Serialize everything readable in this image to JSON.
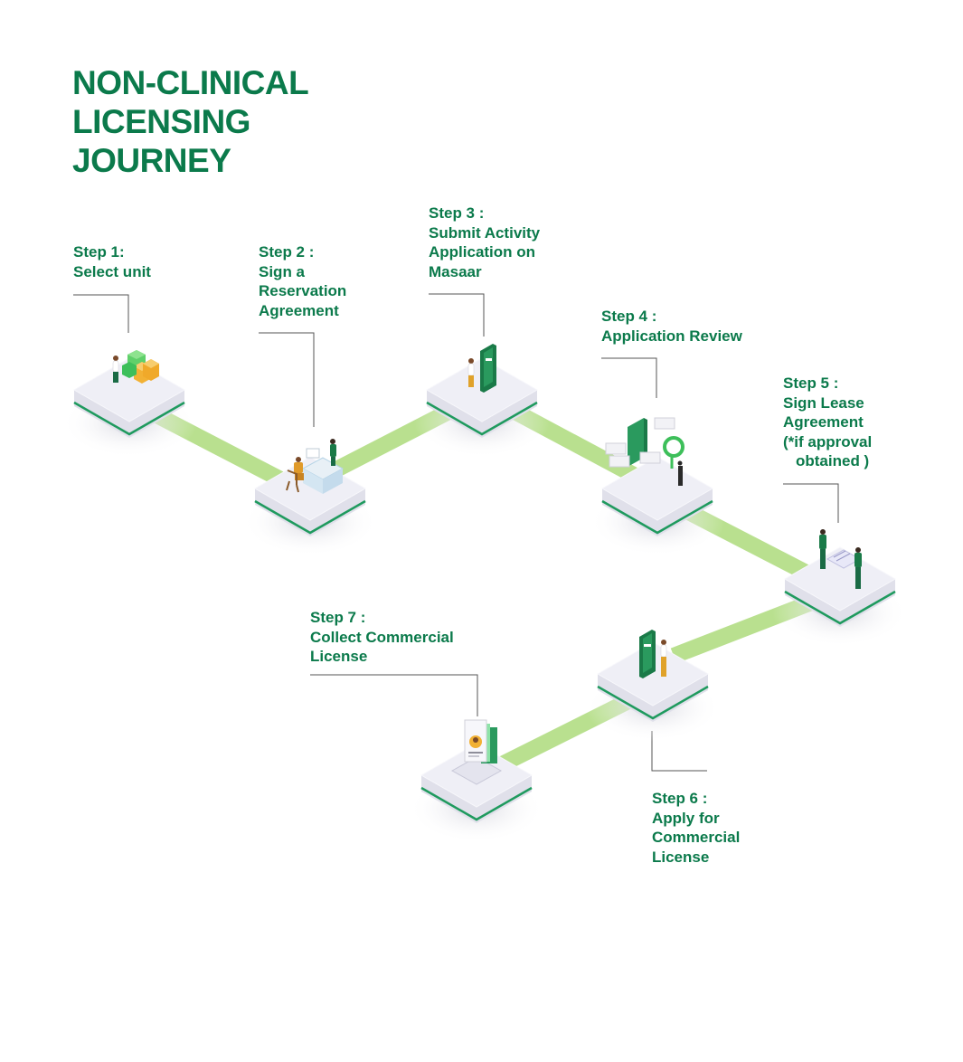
{
  "title": {
    "line1": "NON-CLINICAL",
    "line2": "LICENSING",
    "line3": "JOURNEY"
  },
  "steps": [
    {
      "heading": "Step 1:",
      "lines": [
        "Select unit"
      ]
    },
    {
      "heading": "Step 2 :",
      "lines": [
        "Sign a",
        "Reservation",
        "Agreement"
      ]
    },
    {
      "heading": "Step 3 :",
      "lines": [
        "Submit Activity",
        "Application on",
        "Masaar"
      ]
    },
    {
      "heading": "Step 4 :",
      "lines": [
        "Application Review"
      ]
    },
    {
      "heading": "Step 5 :",
      "lines": [
        "Sign Lease",
        "Agreement",
        "(*if approval",
        "obtained )"
      ]
    },
    {
      "heading": "Step 6 :",
      "lines": [
        "Apply for",
        "Commercial",
        "License"
      ]
    },
    {
      "heading": "Step 7 :",
      "lines": [
        "Collect Commercial",
        "License"
      ]
    }
  ],
  "colors": {
    "brand_green": "#0b7a4b",
    "path_green": "#b9e08f",
    "platform_top": "#eeeef6",
    "platform_side": "#e0e0ea",
    "platform_stripe": "#1f9a5e",
    "leader_line": "#555555",
    "accent_yellow": "#f2b134"
  },
  "icons": [
    "building-blocks-icon",
    "desk-meeting-icon",
    "phone-kiosk-icon",
    "magnifier-review-icon",
    "handshake-contract-icon",
    "phone-kiosk-icon",
    "license-certificate-icon"
  ]
}
